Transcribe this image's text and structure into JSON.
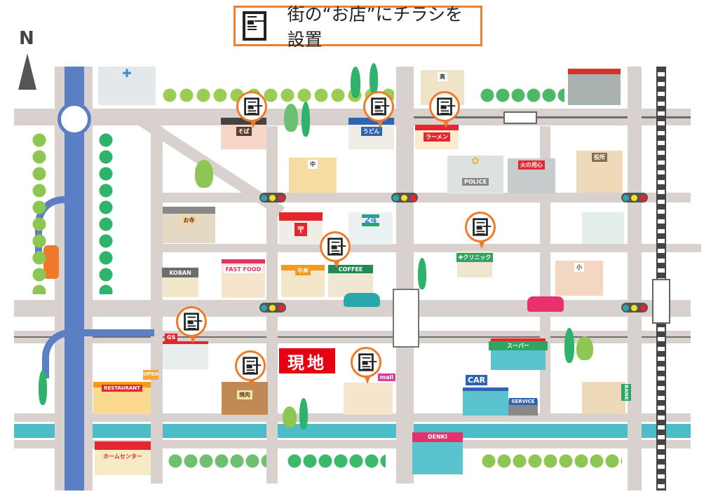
{
  "title": "街の“お店”にチラシを設置",
  "north": "N",
  "current_location": "現地",
  "buildings": {
    "hospital": "",
    "soba": "そば",
    "udon": "うどん",
    "ramen": "ラーメン",
    "high_school": "高",
    "shrine": "",
    "middle_school": "中",
    "police": "POLICE",
    "fire_station": "火の用心",
    "city_office": "役所",
    "temple": "お寺",
    "post_office": "〒",
    "convenience": "24",
    "koban": "KOBAN",
    "fast_food": "FAST FOOD",
    "gyudon": "牛丼",
    "coffee": "COFFEE",
    "clinic": "✚クリニック",
    "elementary_school": "小",
    "gas_station": "GS",
    "restaurant": "RESTAURANT",
    "open_sign": "OPEN",
    "yakiniku": "焼肉",
    "mall": "mall",
    "supermarket": "スーパー",
    "car_dealer": "CAR",
    "service": "SERVICE",
    "bank": "BANK",
    "denki": "DENKI",
    "home_center": "ホームセンター"
  },
  "colors": {
    "road": "#d9d1ce",
    "highway": "#5b7fc4",
    "river": "#4cbcc9",
    "pin": "#ee7a2a",
    "current": "#e60012"
  }
}
